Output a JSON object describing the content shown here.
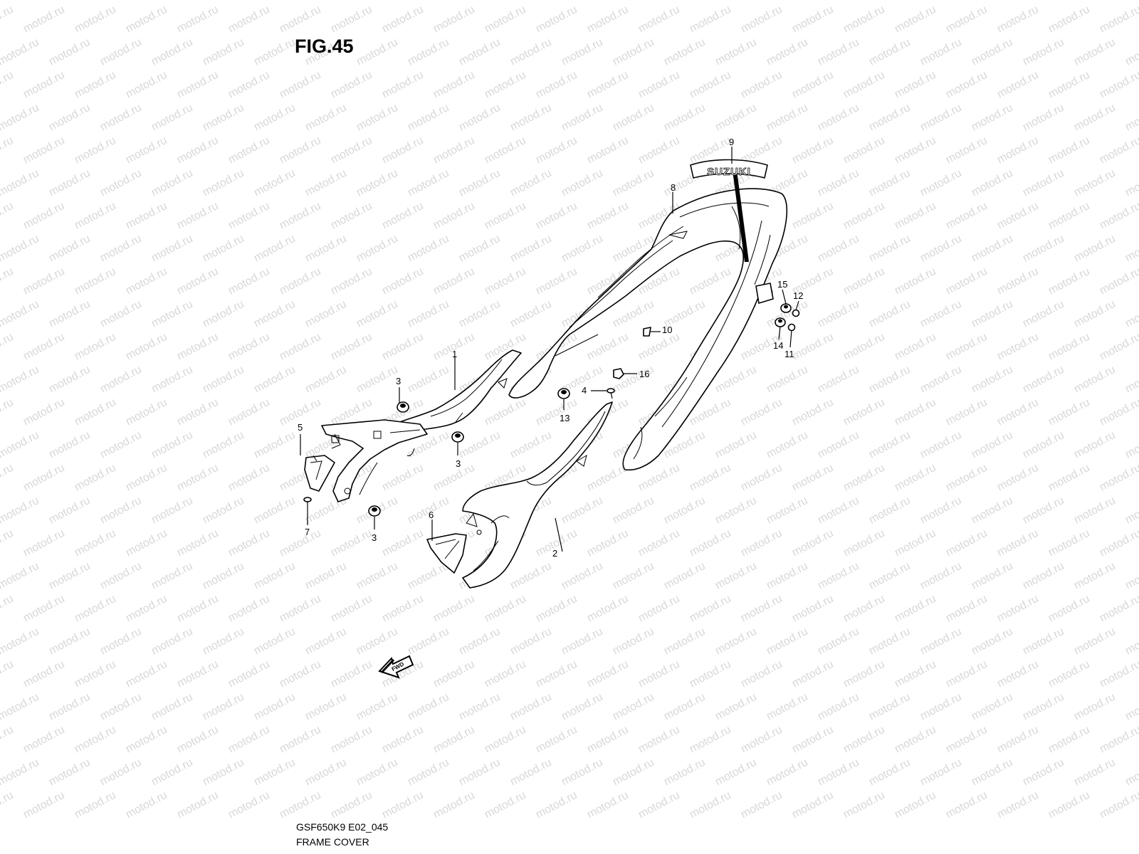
{
  "figure": {
    "title": "FIG.45"
  },
  "watermark": {
    "text": "motod.ru",
    "color": "#d8d8d8"
  },
  "emblem": {
    "text": "SUZUKI"
  },
  "fwd_arrow": {
    "text": "FWD"
  },
  "callouts": [
    {
      "id": "c1",
      "label": "1"
    },
    {
      "id": "c2",
      "label": "2"
    },
    {
      "id": "c3a",
      "label": "3"
    },
    {
      "id": "c3b",
      "label": "3"
    },
    {
      "id": "c3c",
      "label": "3"
    },
    {
      "id": "c4",
      "label": "4"
    },
    {
      "id": "c5",
      "label": "5"
    },
    {
      "id": "c6",
      "label": "6"
    },
    {
      "id": "c7",
      "label": "7"
    },
    {
      "id": "c8",
      "label": "8"
    },
    {
      "id": "c9",
      "label": "9"
    },
    {
      "id": "c10",
      "label": "10"
    },
    {
      "id": "c11",
      "label": "11"
    },
    {
      "id": "c12",
      "label": "12"
    },
    {
      "id": "c13",
      "label": "13"
    },
    {
      "id": "c14",
      "label": "14"
    },
    {
      "id": "c15",
      "label": "15"
    },
    {
      "id": "c16",
      "label": "16"
    }
  ],
  "footer": {
    "code": "GSF650K9 E02_045",
    "title": "FRAME COVER"
  }
}
